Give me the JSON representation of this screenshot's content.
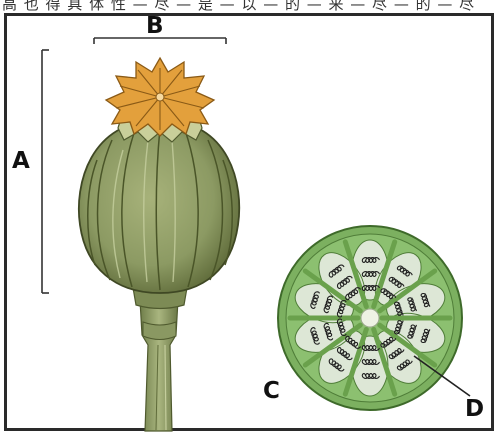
{
  "top_strip_text": "高 也 得 具 体 性 — 尽 — 是 — 以 — 的 — 来 — 尽 — 的 — 尽",
  "labels": {
    "a": "A",
    "b": "B",
    "c": "C",
    "d": "D"
  },
  "colors": {
    "frame": "#2a2a2a",
    "capsule_green": "#8c9a63",
    "capsule_dark": "#4f5a2e",
    "crown_orange": "#e3a03c",
    "section_green": "#7cb060",
    "section_pale": "#dfe9df"
  }
}
